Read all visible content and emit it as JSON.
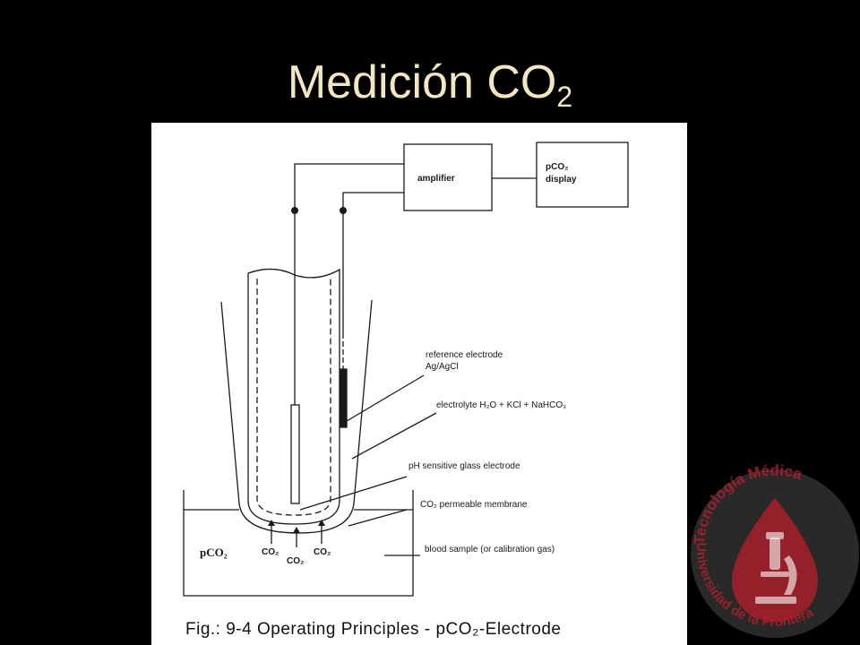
{
  "slide": {
    "title": "Medición CO",
    "title_subscript": "2"
  },
  "diagram": {
    "boxes": {
      "amplifier": "amplifier",
      "display_line1": "pCO₂",
      "display_line2": "display"
    },
    "labels": {
      "reference_electrode_line1": "reference electrode",
      "reference_electrode_line2": "Ag/AgCl",
      "electrolyte": "electrolyte H₂O + KCl + NaHCO₃",
      "ph_glass_electrode": "pH sensitive glass electrode",
      "membrane": "CO₂ permeable membrane",
      "blood_sample": "blood sample (or calibration gas)",
      "sample_pco2": "pCO₂",
      "co2_left": "CO₂",
      "co2_center": "CO₂",
      "co2_right": "CO₂"
    },
    "caption": "Fig.: 9-4 Operating Principles - pCO₂-Electrode"
  },
  "logo": {
    "arc_top": "Tecnología Médica",
    "arc_bottom": "Universidad de la Frontera"
  },
  "colors": {
    "background": "#000000",
    "title": "#f2e7c2",
    "panel": "#ffffff",
    "ink": "#1a1a1a",
    "logo_red": "#b81e2a"
  }
}
